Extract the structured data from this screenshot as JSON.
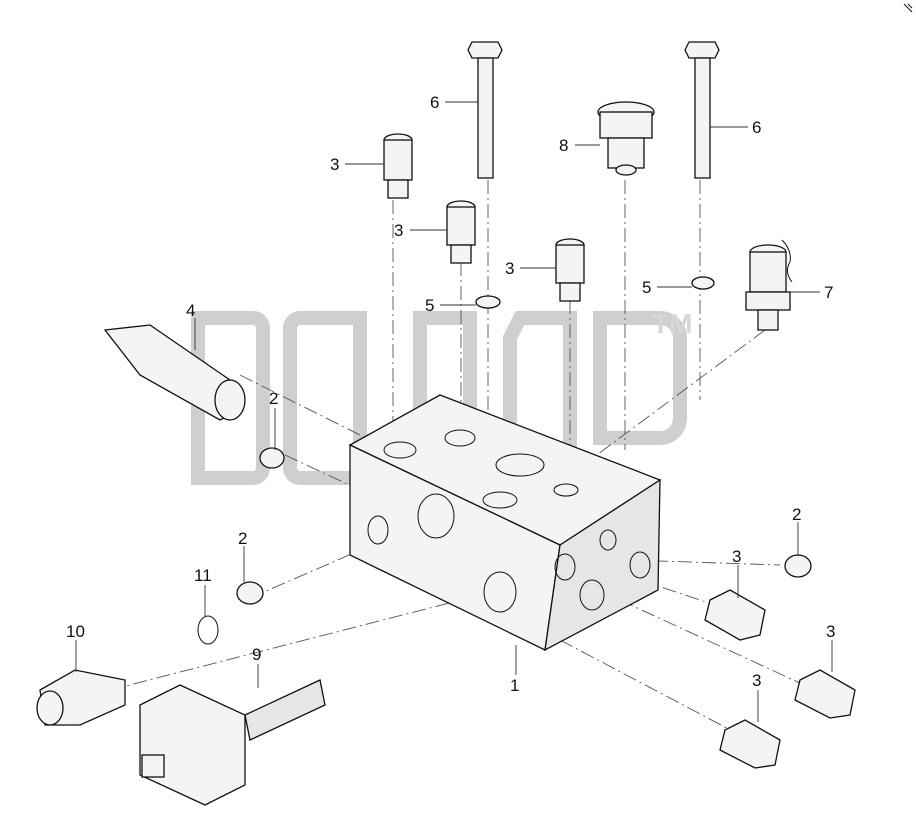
{
  "watermark": {
    "trademark": "TM"
  },
  "callouts": [
    {
      "id": "c1",
      "text": "1"
    },
    {
      "id": "c2a",
      "text": "2"
    },
    {
      "id": "c2b",
      "text": "2"
    },
    {
      "id": "c2c",
      "text": "2"
    },
    {
      "id": "c3a",
      "text": "3"
    },
    {
      "id": "c3b",
      "text": "3"
    },
    {
      "id": "c3c",
      "text": "3"
    },
    {
      "id": "c3d",
      "text": "3"
    },
    {
      "id": "c3e",
      "text": "3"
    },
    {
      "id": "c3f",
      "text": "3"
    },
    {
      "id": "c4",
      "text": "4"
    },
    {
      "id": "c5a",
      "text": "5"
    },
    {
      "id": "c5b",
      "text": "5"
    },
    {
      "id": "c6a",
      "text": "6"
    },
    {
      "id": "c6b",
      "text": "6"
    },
    {
      "id": "c7",
      "text": "7"
    },
    {
      "id": "c8",
      "text": "8"
    },
    {
      "id": "c9",
      "text": "9"
    },
    {
      "id": "c10",
      "text": "10"
    },
    {
      "id": "c11",
      "text": "11"
    }
  ]
}
